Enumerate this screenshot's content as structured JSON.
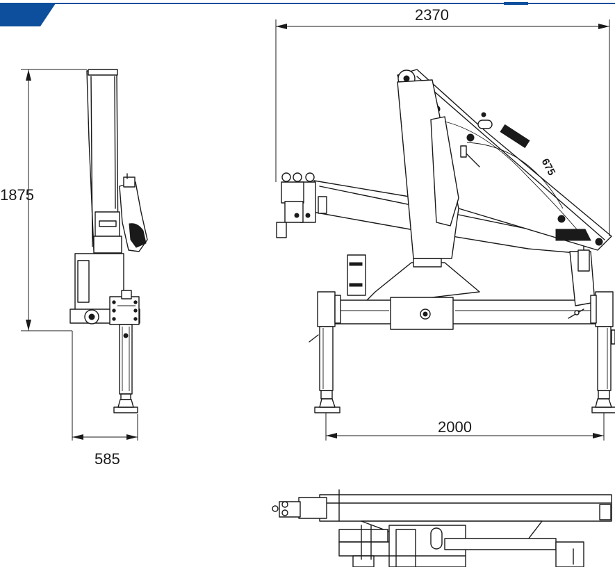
{
  "header": {
    "accent_color": "#0d4f9c",
    "rule_color": "#0d4f9c"
  },
  "dimensions": {
    "overall_width": "2370",
    "overall_height": "1875",
    "base_width": "585",
    "outrigger_span": "2000"
  },
  "crane": {
    "model_label": "675"
  }
}
